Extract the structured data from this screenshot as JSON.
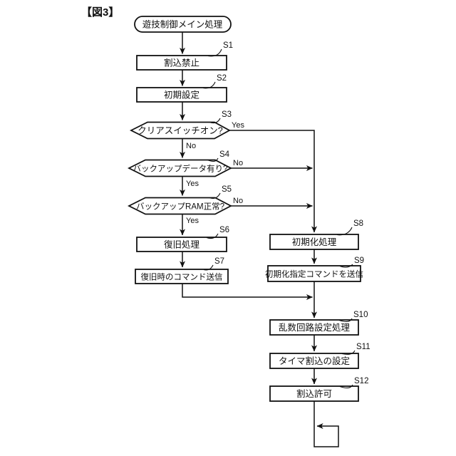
{
  "figure_label": "【図3】",
  "branch": {
    "yes": "Yes",
    "no": "No"
  },
  "colors": {
    "line": "#111111",
    "background": "#ffffff"
  },
  "nodes": {
    "start": {
      "label": "遊技制御メイン処理",
      "type": "terminal"
    },
    "s1": {
      "id": "S1",
      "label": "割込禁止",
      "type": "process"
    },
    "s2": {
      "id": "S2",
      "label": "初期設定",
      "type": "process"
    },
    "s3": {
      "id": "S3",
      "label": "クリアスイッチオン?",
      "type": "decision"
    },
    "s4": {
      "id": "S4",
      "label": "バックアップデータ有り?",
      "type": "decision"
    },
    "s5": {
      "id": "S5",
      "label": "バックアップRAM正常?",
      "type": "decision"
    },
    "s6": {
      "id": "S6",
      "label": "復旧処理",
      "type": "process"
    },
    "s7": {
      "id": "S7",
      "label": "復旧時のコマンド送信",
      "type": "process"
    },
    "s8": {
      "id": "S8",
      "label": "初期化処理",
      "type": "process"
    },
    "s9": {
      "id": "S9",
      "label": "初期化指定コマンドを送信",
      "type": "process"
    },
    "s10": {
      "id": "S10",
      "label": "乱数回路設定処理",
      "type": "process"
    },
    "s11": {
      "id": "S11",
      "label": "タイマ割込の設定",
      "type": "process"
    },
    "s12": {
      "id": "S12",
      "label": "割込許可",
      "type": "process"
    }
  }
}
